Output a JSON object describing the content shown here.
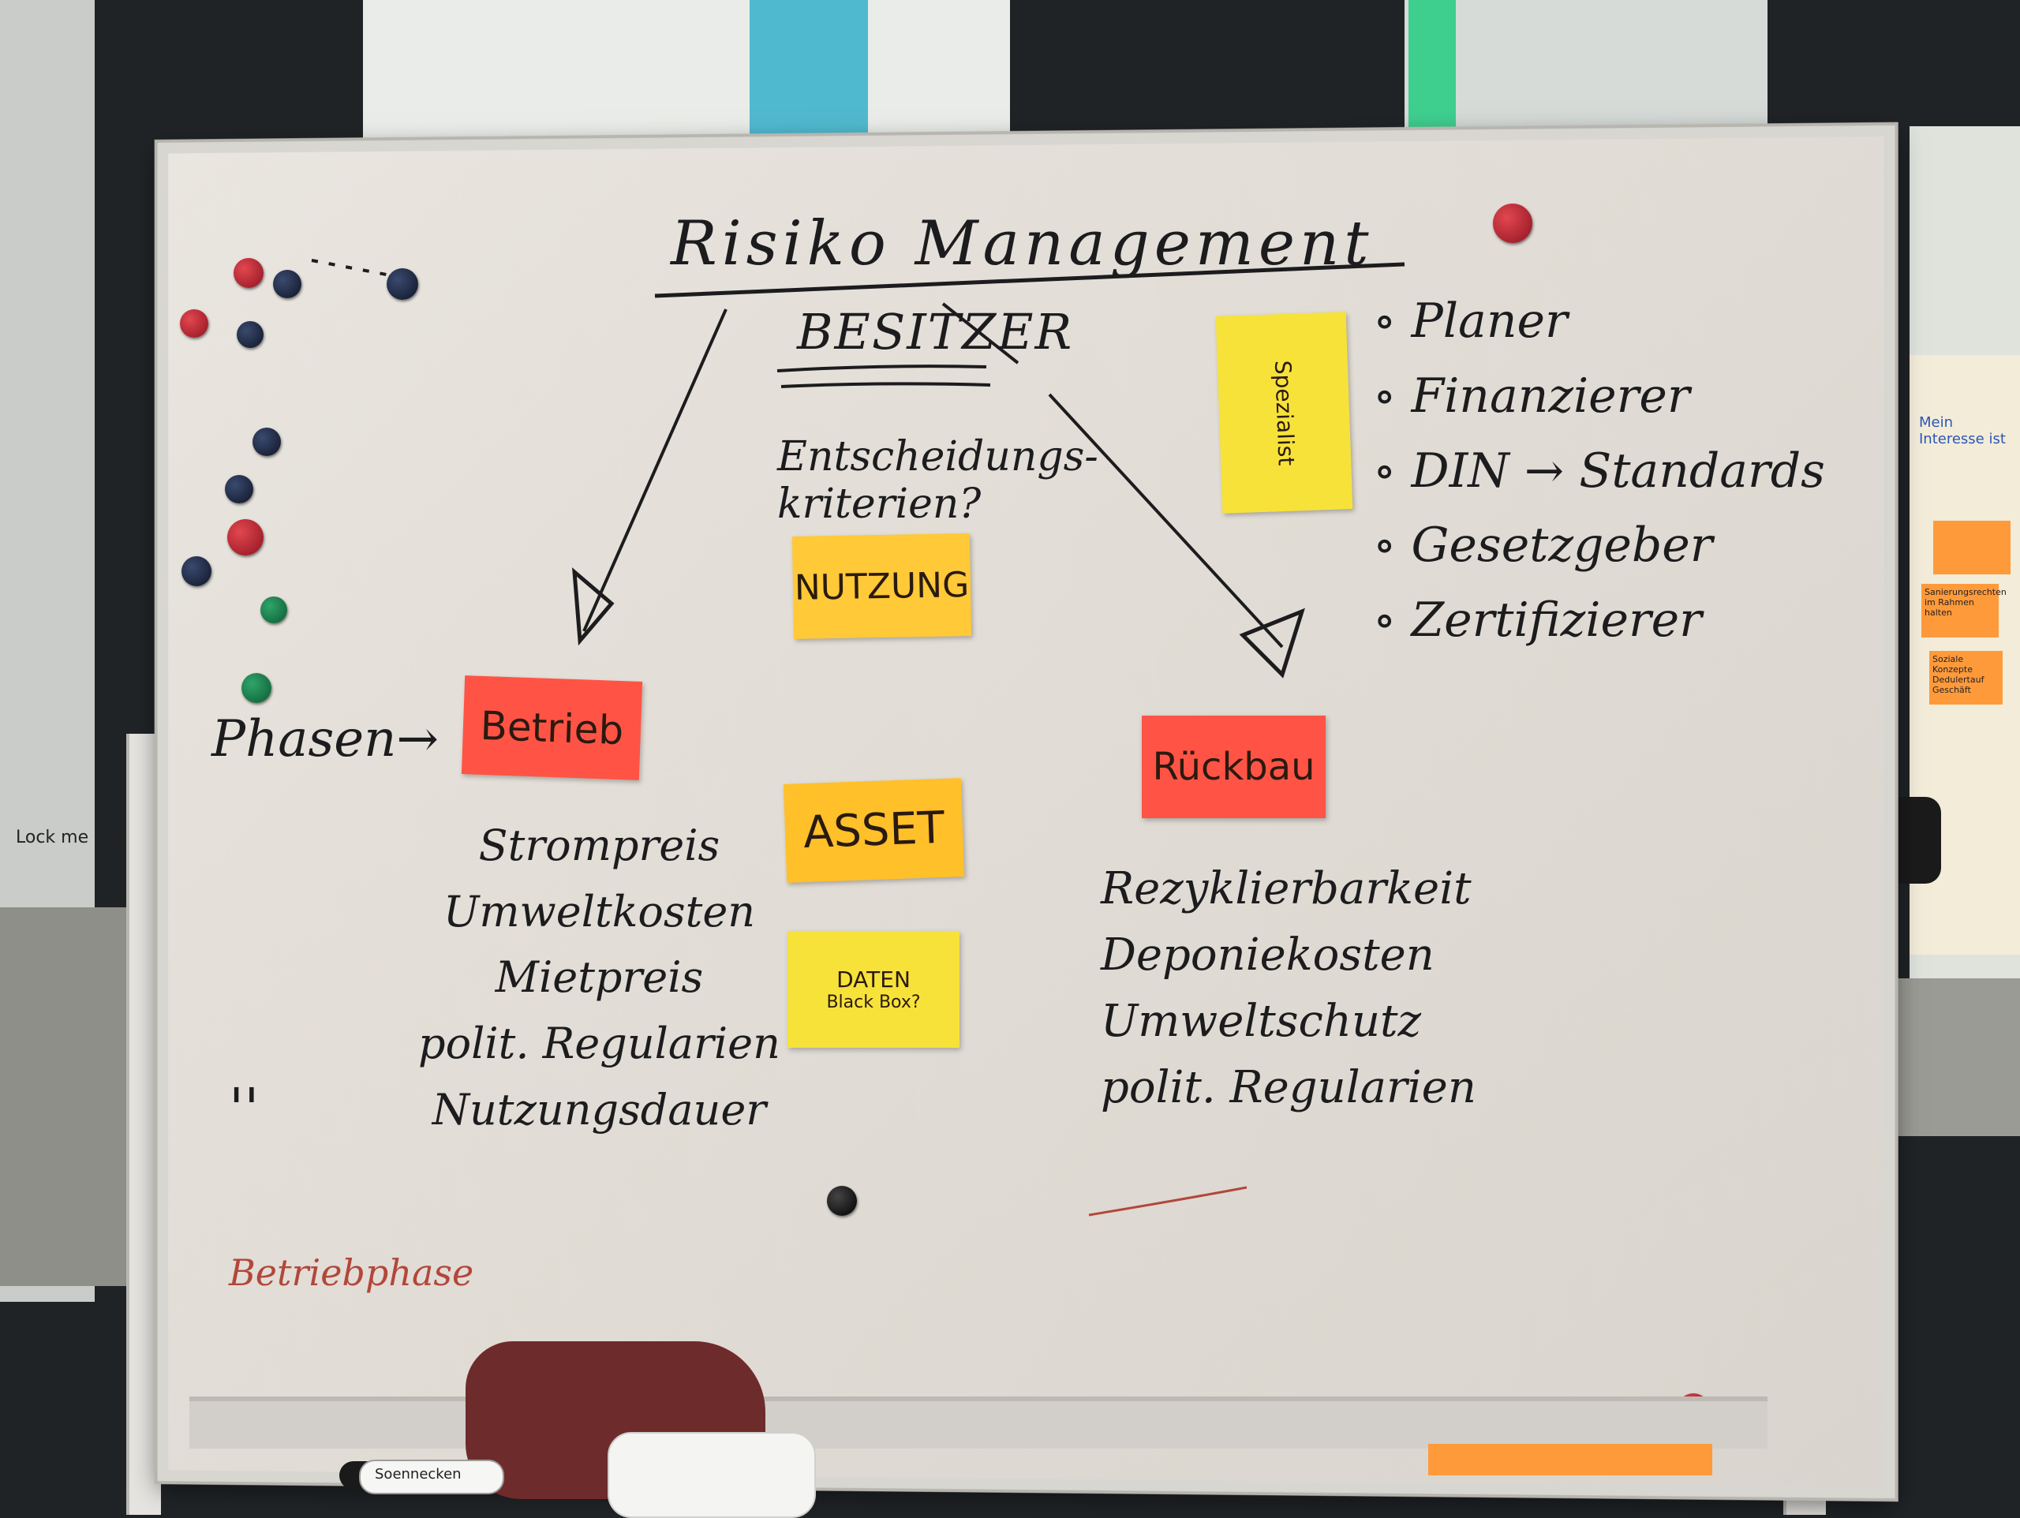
{
  "board": {
    "title": "Risiko Management",
    "owner_label": "BESITZER",
    "criteria": "Entscheidungs- kriterien?",
    "phases_label": "Phasen→",
    "stakeholders": [
      "∘ Planer",
      "∘ Finanzierer",
      "∘ DIN → Standards",
      "∘ Gesetzgeber",
      "∘ Zertifizierer"
    ],
    "left_list": [
      "Strompreis",
      "Umweltkosten",
      "Mietpreis",
      "polit. Regularien",
      "Nutzungsdauer"
    ],
    "right_list": [
      "Rezyklierbarkeit",
      "Deponiekosten",
      "Umweltschutz",
      "polit. Regularien"
    ],
    "red_text": "Betriebphase",
    "tally": "''"
  },
  "sticky_notes": {
    "nutzung": "NUTZUNG",
    "asset": "ASSET",
    "daten_line1": "DATEN",
    "daten_line2": "Black Box?",
    "speci": "Spezialist",
    "betrieb": "Betrieb",
    "rueckbau": "Rückbau"
  },
  "background": {
    "right_paper_text": "Mein Interesse ist",
    "right_paper_notes": [
      "",
      "Sanierungsrechten im Rahmen halten",
      "Soziale Konzepte Dedulertauf Geschäft"
    ],
    "lock_sign": "Lock me Please!",
    "marker_brand": "Soennecken"
  },
  "colors": {
    "note_yellow": "#f7e23a",
    "note_orange": "#ffc02a",
    "note_red": "#ff5445",
    "ink": "#1c1c1e",
    "red_ink": "#b2473a"
  },
  "magnets": [
    {
      "color": "red"
    },
    {
      "color": "navy"
    },
    {
      "color": "navy"
    },
    {
      "color": "red"
    },
    {
      "color": "navy"
    },
    {
      "color": "navy"
    },
    {
      "color": "navy"
    },
    {
      "color": "red"
    },
    {
      "color": "navy"
    },
    {
      "color": "green"
    },
    {
      "color": "green"
    },
    {
      "color": "red"
    },
    {
      "color": "black"
    },
    {
      "color": "red"
    }
  ]
}
